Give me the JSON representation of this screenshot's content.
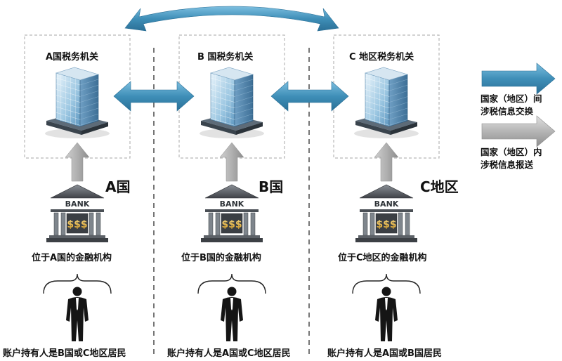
{
  "authorities": [
    {
      "label": "A国税务机关"
    },
    {
      "label": "B 国税务机关"
    },
    {
      "label": "C 地区税务机关"
    }
  ],
  "regions": [
    {
      "label": "A国"
    },
    {
      "label": "B国"
    },
    {
      "label": "C地区"
    }
  ],
  "bank_text": "BANK",
  "bank_money": "$$$",
  "institutions": [
    {
      "label": "位于A国的金融机构"
    },
    {
      "label": "位于B国的金融机构"
    },
    {
      "label": "位于C地区的金融机构"
    }
  ],
  "holders": [
    {
      "label": "账户持有人是B国或C地区居民"
    },
    {
      "label": "账户持有人是A国或C地区居民"
    },
    {
      "label": "账户持有人是A国或B国居民"
    }
  ],
  "legend": {
    "exchange_line1": "国家（地区）间",
    "exchange_line2": "涉税信息交换",
    "report_line1": "国家（地区）内",
    "report_line2": "涉税信息报送"
  },
  "colors": {
    "exchange_arrow": "#3f8fb8",
    "report_arrow": "#b5b5b5",
    "box_border": "#b8b8b8",
    "divider": "#555555"
  }
}
